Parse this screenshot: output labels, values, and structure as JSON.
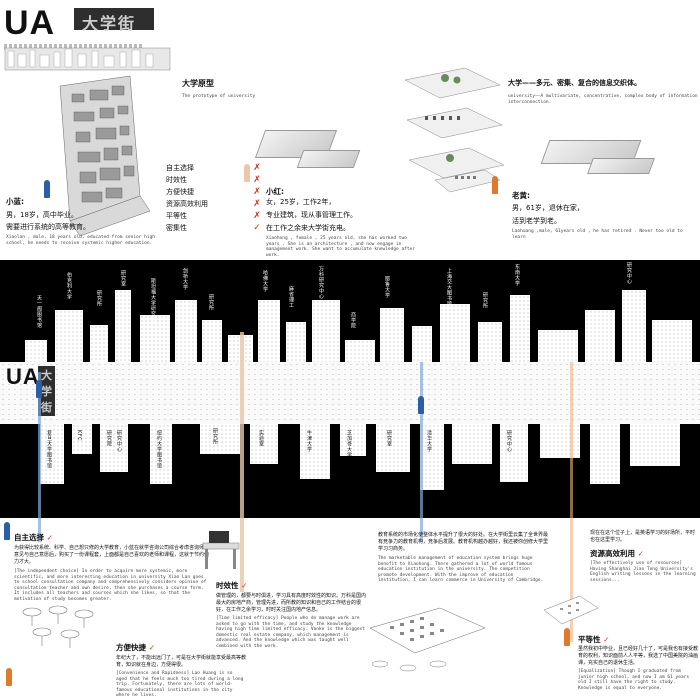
{
  "header": {
    "logo_ua": "UA",
    "logo_cn": "大学街",
    "prototype_title": "大学原型",
    "prototype_sub": "The prototype of university",
    "exchange_title": "大学——多元、密集、复合的信息交织体。",
    "exchange_sub": "university——A multivariate, concentrative, complex body of information interconnection."
  },
  "criteria": [
    {
      "label": "自主选择",
      "mark": "✗"
    },
    {
      "label": "时效性",
      "mark": "✗"
    },
    {
      "label": "方便快捷",
      "mark": "✗"
    },
    {
      "label": "资源高效利用",
      "mark": "✗"
    },
    {
      "label": "平等性",
      "mark": "✗"
    },
    {
      "label": "密集性",
      "mark": "✓"
    }
  ],
  "persons": {
    "xiaolan": {
      "name": "小蓝:",
      "line1": "男，18岁，高中毕业。",
      "line2": "需要进行系统的高等教育。",
      "en": "Xiaolan , male, 18 years old, educated from senior high school, he needs to receive systemic higher education."
    },
    "xiaohong": {
      "name": "小红:",
      "line1": "女，25岁，工作2年，",
      "line2": "专业建筑，现从事管理工作。",
      "line3": "在工作之余来大学街充电。",
      "en": "Xiaohong , female , 25 years old, she has worked two years . She is an architecture , and now engage in management work. She want to accumulate knowledge after work."
    },
    "laohuang": {
      "name": "老黄:",
      "line1": "男，61岁，退休在家，",
      "line2": "活到老学到老。",
      "en": "Laohuang ,male, 61years old , he has retired . Never too old to learn"
    }
  },
  "skyline_labels_top": [
    "天一阁图书馆",
    "伯克利大学",
    "研究所",
    "斯坦福大学研究室",
    "研究室",
    "剑桥大学",
    "哈佛大学",
    "研究所",
    "麻省理工",
    "万科研究中心",
    "耶鲁大学",
    "商学院",
    "上海交大图书馆",
    "研究所",
    "东南大学",
    "研究中心"
  ],
  "skyline_labels_bottom": [
    "复旦大学图书馆",
    "KFC",
    "研究院",
    "研究中心",
    "纽约大学图书馆",
    "研究所",
    "实验室",
    "牛津大学",
    "芝加哥大学",
    "研究室",
    "清华大学",
    "研究中心"
  ],
  "sections": {
    "autonomy": {
      "title": "自主选择",
      "cn": "为获得比较系统、科学、自己想只修的大学教育，小蓝在就学咨询公司综合考虑咨询师的意见与自己意愿后，购买了一份课程套，上面都是自己喜欢的老师和课程，这就于节约他力才大。",
      "en": "[The independent choice] In order to acquire more systemic, more scientific, and more interesting education in university Xiao Lan goes to school consultation company and comprehensively considers opinion of consultation teacher and own desire, then she purchases a course form. It includes all teachers and courses which she likes, so that the motivation of study becomes greater."
    },
    "timeliness": {
      "title": "时效性",
      "cn": "做管理的，都要与时俱进，学习具有高度时效性的知识。万科是国内最大的房地产商，管理先进，而所教的知识和自己的工作结合的很好，在工作之余学习，时时关注国内地产信息。",
      "en": "[Time limited efficacy] People who do manage work are asked to go with the time, and study the knowledge having high time limited efficacy. Vanke is the biggest domestic real estate company, which management is advanced. And the knowledge which was taught well combined with the work."
    },
    "convenience": {
      "title": "方便快捷",
      "cn": "年纪大了，不能出远门了，可是在大学街就能享受最高等教育，知识就在身边，方便得很。",
      "en": "[Convenience and Rapidness] Lao Huang is so aged that he feels much too tired during a long trip. Fortunately, there are lots of world-famous educational institutions in the city where he lives."
    },
    "middle": {
      "cn": "教育系统的市场化使整体水平提升了很大的好处。在大学街里云集了全世界最有竞争力的教育机构，竞争后发展。教育机构越办越好，我还被你创修大学里学习习商务。",
      "en": "The marketable management of education system brings huge benefit to Xiaohong. There gathered a lot of world famous education institution in the university. The competition promote development. With the improve of education institution, I can learn commerce in University of Cambridge."
    },
    "efficiency": {
      "title": "资源高效利用",
      "cn": "现在在这个位子上，是英语学习的好场所，平时也在这里学习。",
      "en": "[The effectively use of resources] Having Shanghai Jiao Tong University's English writing lessons in the learning sessions..."
    },
    "equality": {
      "title": "平等性",
      "cn": "虽然我初中毕业，且已经好几十了，可是我也有接受教育的权利，知识面前人人平等，我选了中国美院的油画课，充实自己的退休生活。",
      "en": "[Equalization] Though I graduated from junior high school, and now I am 61 years old I still have the right to study. Knowledge is equal to everyone."
    }
  },
  "colors": {
    "accent_red": "#d8321e",
    "person_blue": "#2a5fa8",
    "person_orange": "#e07a2a",
    "band": "#000000"
  }
}
